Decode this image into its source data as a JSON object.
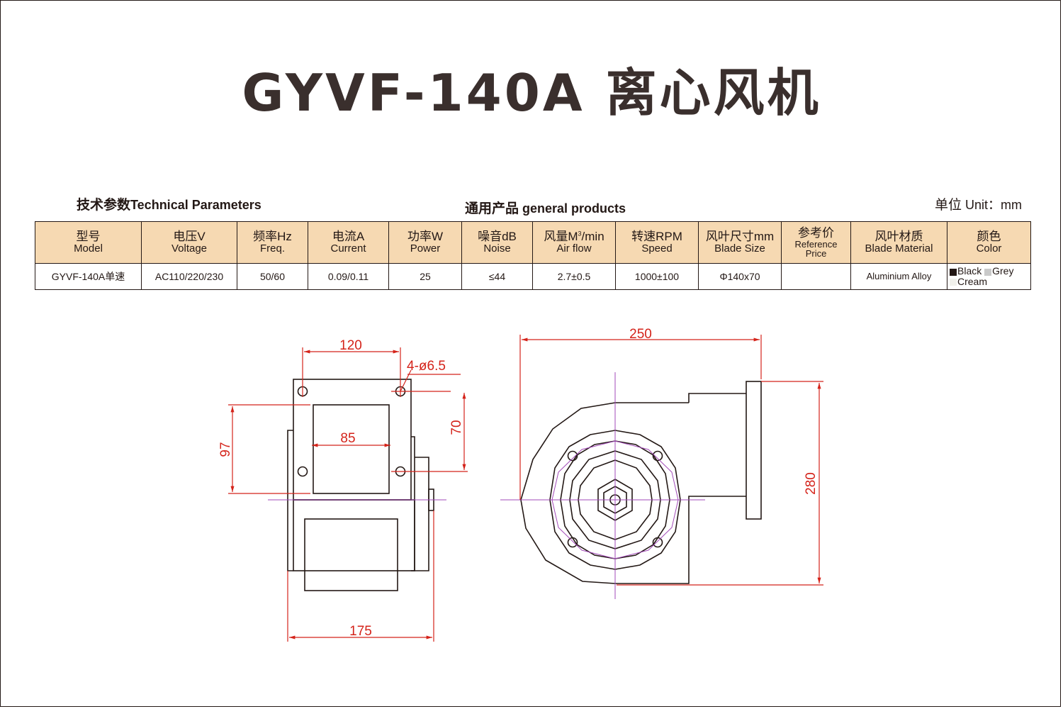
{
  "title": "GYVF-140A 离心风机",
  "header": {
    "tech_cn": "技术参数",
    "tech_en": "Technical Parameters",
    "general_cn": "通用产品",
    "general_en": "general products",
    "unit_cn": "单位",
    "unit_en": "Unit：mm"
  },
  "table": {
    "columns": [
      {
        "cn": "型号",
        "en": "Model"
      },
      {
        "cn": "电压V",
        "en": "Voltage"
      },
      {
        "cn": "频率Hz",
        "en": "Freq."
      },
      {
        "cn": "电流A",
        "en": "Current"
      },
      {
        "cn": "功率W",
        "en": "Power"
      },
      {
        "cn": "噪音dB",
        "en": "Noise"
      },
      {
        "cn": "风量M",
        "cn_sup": "3",
        "cn_suffix": "/min",
        "en": "Air flow"
      },
      {
        "cn": "转速RPM",
        "en": "Speed"
      },
      {
        "cn": "风叶尺寸mm",
        "en": "Blade Size"
      },
      {
        "cn": "参考价",
        "en": "Reference",
        "en2": "Price"
      },
      {
        "cn": "风叶材质",
        "en": "Blade Material"
      },
      {
        "cn": "颜色",
        "en": "Color"
      }
    ],
    "row": {
      "model": "GYVF-140A单速",
      "voltage": "AC110/220/230",
      "freq": "50/60",
      "current": "0.09/0.11",
      "power": "25",
      "noise": "≤44",
      "airflow": "2.7±0.5",
      "speed": "1000±100",
      "blade_size": "Φ140x70",
      "price": "",
      "blade_material": "Aluminium Alloy",
      "colors": [
        {
          "name": "Black",
          "hex": "#231815"
        },
        {
          "name": "Grey",
          "hex": "#c9c9c9"
        },
        {
          "name": "Cream",
          "hex": "#f1f1ec"
        }
      ]
    }
  },
  "dimensions": {
    "front": {
      "d120": "120",
      "holes": "4-ø6.5",
      "d85": "85",
      "d70": "70",
      "d97": "97",
      "d175": "175"
    },
    "side": {
      "d250": "250",
      "d280": "280"
    }
  },
  "colors": {
    "header_fill": "#f6d9b2",
    "dimension": "#d4231a",
    "center_line": "#a24ab8",
    "ink": "#231815"
  }
}
